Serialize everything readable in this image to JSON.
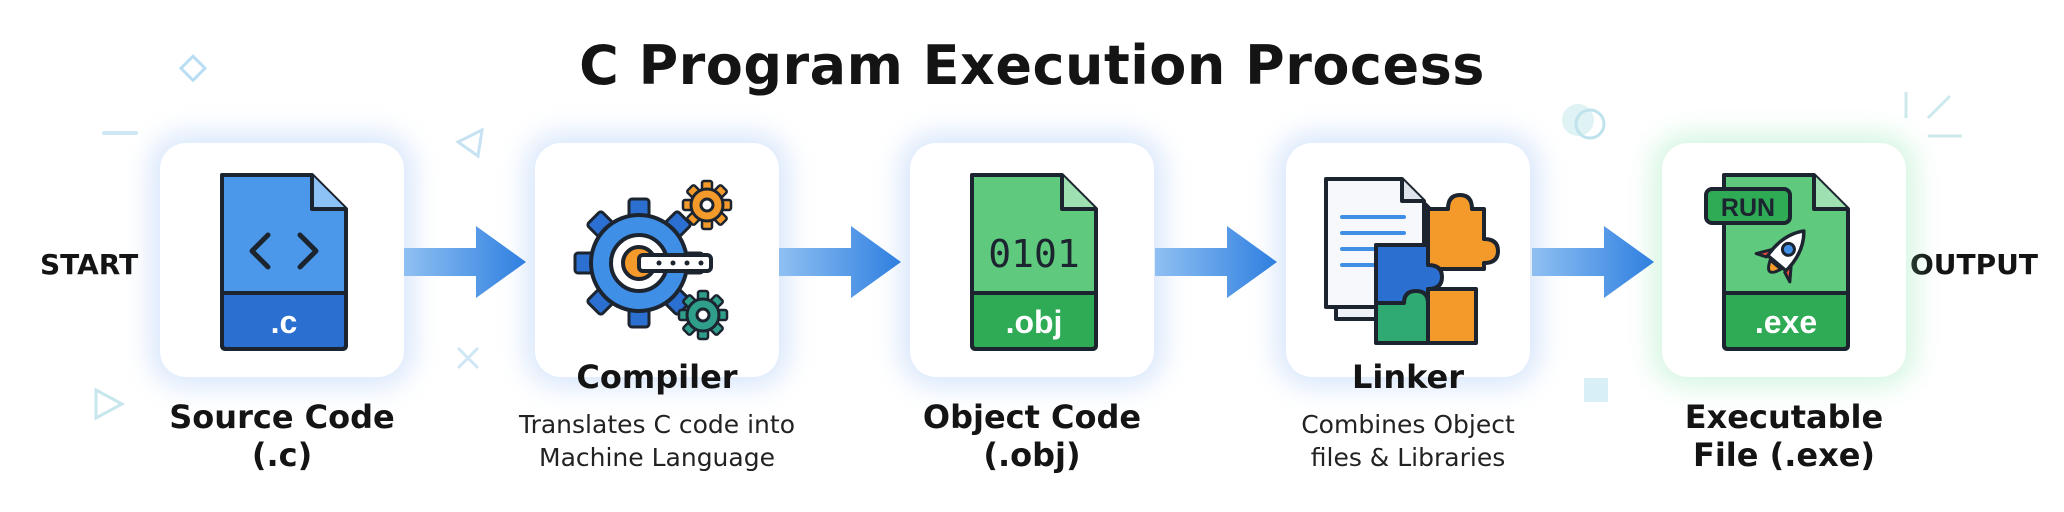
{
  "title": "C Program Execution Process",
  "start_label": "START",
  "output_label": "OUTPUT",
  "steps": [
    {
      "name_line1": "Source Code",
      "name_line2": "(.c)",
      "file_tag": ".c",
      "symbol": "< >"
    },
    {
      "name_line1": "Compiler",
      "desc_line1": "Translates C code into",
      "desc_line2": "Machine Language"
    },
    {
      "name_line1": "Object Code",
      "name_line2": "(.obj)",
      "file_tag": ".obj",
      "symbol": "0101"
    },
    {
      "name_line1": "Linker",
      "desc_line1": "Combines Object",
      "desc_line2": "files & Libraries"
    },
    {
      "name_line1": "Executable",
      "name_line2": "File (.exe)",
      "file_tag": ".exe",
      "badge": "RUN"
    }
  ],
  "colors": {
    "blue": "#3f8fe6",
    "blue_dark": "#2b6fd1",
    "green": "#5fc97d",
    "green_dark": "#2faa55",
    "orange": "#f39a2b",
    "teal": "#2f9e8a",
    "arrow": "#2f7fe0"
  },
  "icons": [
    "file-code-icon",
    "gear-key-icon",
    "file-binary-icon",
    "puzzle-documents-icon",
    "rocket-file-icon"
  ]
}
